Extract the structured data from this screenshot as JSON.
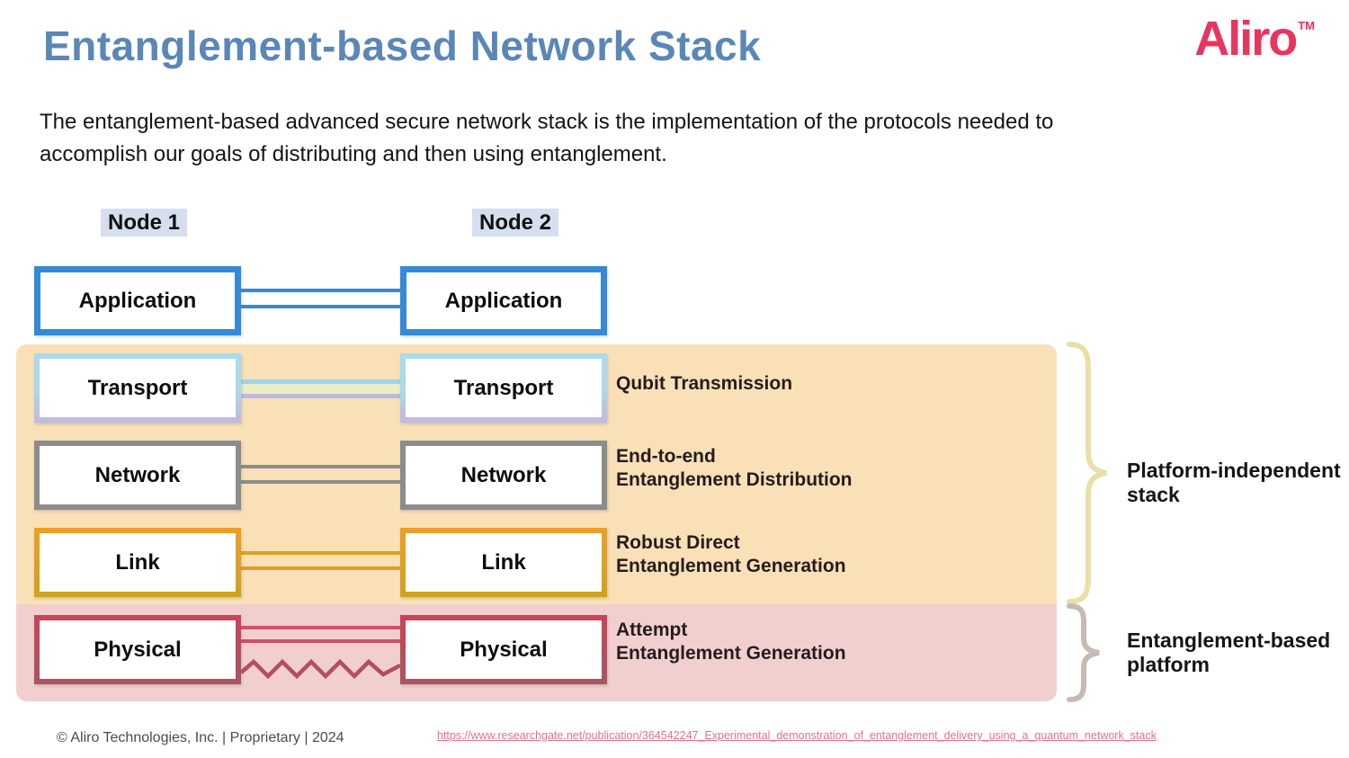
{
  "header": {
    "title": "Entanglement-based Network Stack",
    "intro": "The entanglement-based advanced secure network stack is the implementation of the protocols needed to accomplish our goals of distributing and then using entanglement.",
    "logo_text": "Aliro",
    "logo_tm": "TM"
  },
  "nodes": {
    "node1": "Node 1",
    "node2": "Node 2"
  },
  "stack": {
    "layers": [
      {
        "name": "Application"
      },
      {
        "name": "Transport",
        "description": [
          "Qubit Transmission",
          ""
        ]
      },
      {
        "name": "Network",
        "description": [
          "End-to-end",
          "Entanglement Distribution"
        ]
      },
      {
        "name": "Link",
        "description": [
          "Robust Direct",
          "Entanglement Generation"
        ]
      },
      {
        "name": "Physical",
        "description": [
          "Attempt",
          "Entanglement Generation"
        ]
      }
    ]
  },
  "zones": {
    "platform_independent": {
      "label": "Platform-independent stack"
    },
    "entanglement_platform": {
      "label": "Entanglement-based platform"
    }
  },
  "colors": {
    "title_blue": "#5b87b6",
    "logo_red": "#e8355e",
    "application_border": "#338ad9",
    "transport_border_top": "#a9daef",
    "transport_border_bottom": "#bebbe1",
    "network_border": "#8c8c8c",
    "link_border": "#dfa226",
    "physical_border": "#c04a5e",
    "band_orange": "#f9e0b7",
    "band_pink": "#f2cfcf",
    "brace_tan": "#e9e0a8",
    "brace_gray": "#c6bab6",
    "node_highlight": "#d6dfee",
    "source_link_pink": "#e9708c"
  },
  "footer": {
    "copyright": "© Aliro Technologies, Inc.  | Proprietary | 2024",
    "source_link": "https://www.researchgate.net/publication/364542247_Experimental_demonstration_of_entanglement_delivery_using_a_quantum_network_stack"
  }
}
